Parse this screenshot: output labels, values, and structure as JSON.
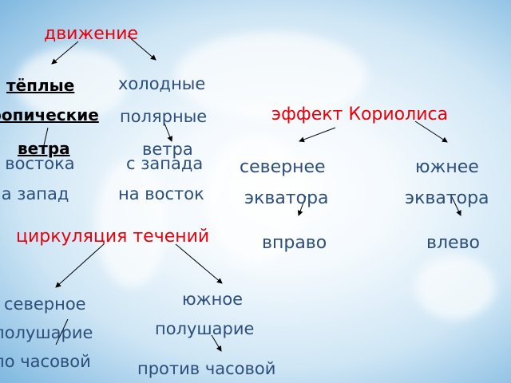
{
  "nodes": {
    "movement": "движение",
    "warm": "тёплые",
    "tropical": "тропические",
    "winds1": "ветра",
    "cold": "холодные",
    "polar": "полярные",
    "winds2": "ветра",
    "from_east": "с востока",
    "to_west": "на запад",
    "from_west": "с запада",
    "to_east": "на восток",
    "coriolis": "эффект Кориолиса",
    "north_of": "севернее",
    "equator1": "экватора",
    "south_of": "южнее",
    "equator2": "экватора",
    "right": "вправо",
    "left": "влево",
    "circulation": "циркуляция течений",
    "northern": "северное",
    "hemisphere1": "полушарие",
    "clockwise": "по часовой",
    "southern": "южное",
    "hemisphere2": "полушарие",
    "counter": "против часовой"
  },
  "colors": {
    "accent_red": "#e8000b",
    "text_blue": "#2b4f7a",
    "text_black": "#000000"
  }
}
